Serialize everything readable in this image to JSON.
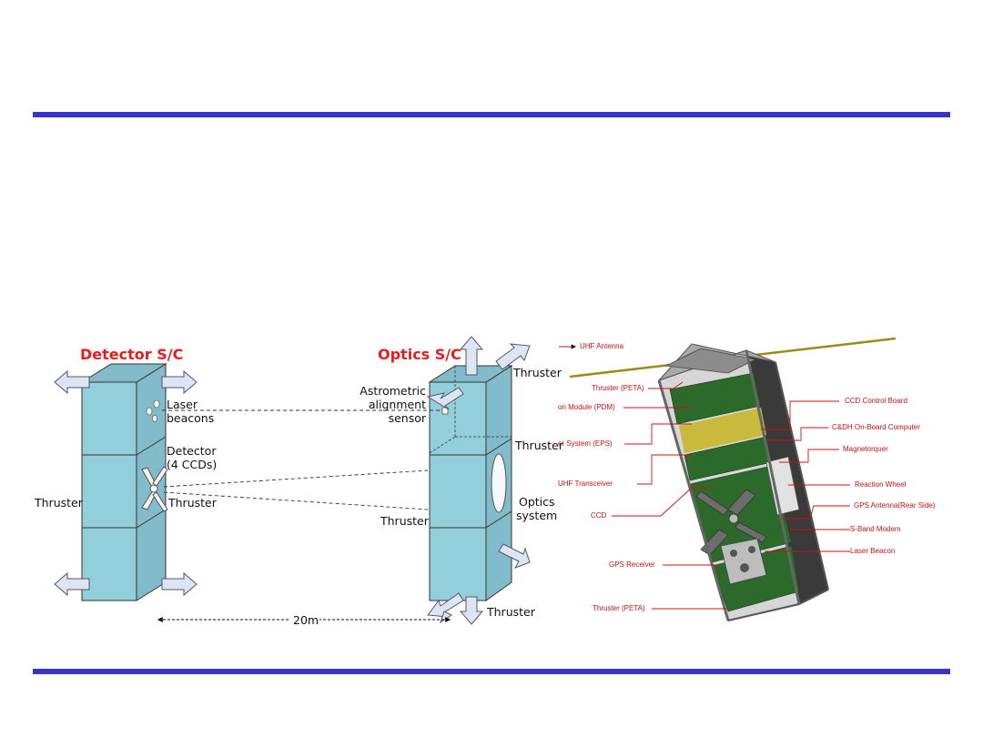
{
  "colors": {
    "rule": "#3535c8",
    "cube_face": "#92cfdb",
    "cube_side": "#82bccb",
    "arrow_fill": "#dde4f3",
    "callout": "#cc1111",
    "title": "#e81c1c",
    "bus_green": "#2c6a2c",
    "antenna": "#9a8c1c"
  },
  "left_diagram": {
    "detector_title": "Detector S/C",
    "optics_title": "Optics S/C",
    "labels": {
      "laser_beacons": [
        "Laser",
        "beacons"
      ],
      "detector": [
        "Detector",
        "(4 CCDs)"
      ],
      "thruster_left": "Thruster",
      "thruster_inner": "Thruster",
      "astrometric": [
        "Astrometric",
        "alignment",
        "sensor"
      ],
      "thruster_top": "Thruster",
      "thruster_mid": "Thruster",
      "thruster_low": "Thruster",
      "optics_system": [
        "Optics",
        "system"
      ],
      "thruster_bottom": "Thruster",
      "distance": "20m"
    }
  },
  "right_diagram": {
    "callouts_left": [
      "UHF Antenna",
      "Thruster (PETA)",
      "on Module (PDM)",
      "er System (EPS)",
      "UHF Transceiver",
      "CCD",
      "GPS Receiver",
      "Thruster (PETA)"
    ],
    "callouts_right": [
      "CCD Control Board",
      "C&DH On-Board Computer",
      "Magnetorquer",
      "Reaction Wheel",
      "GPS Antenna(Rear Side)",
      "S-Band Modem",
      "Laser Beacon"
    ]
  }
}
